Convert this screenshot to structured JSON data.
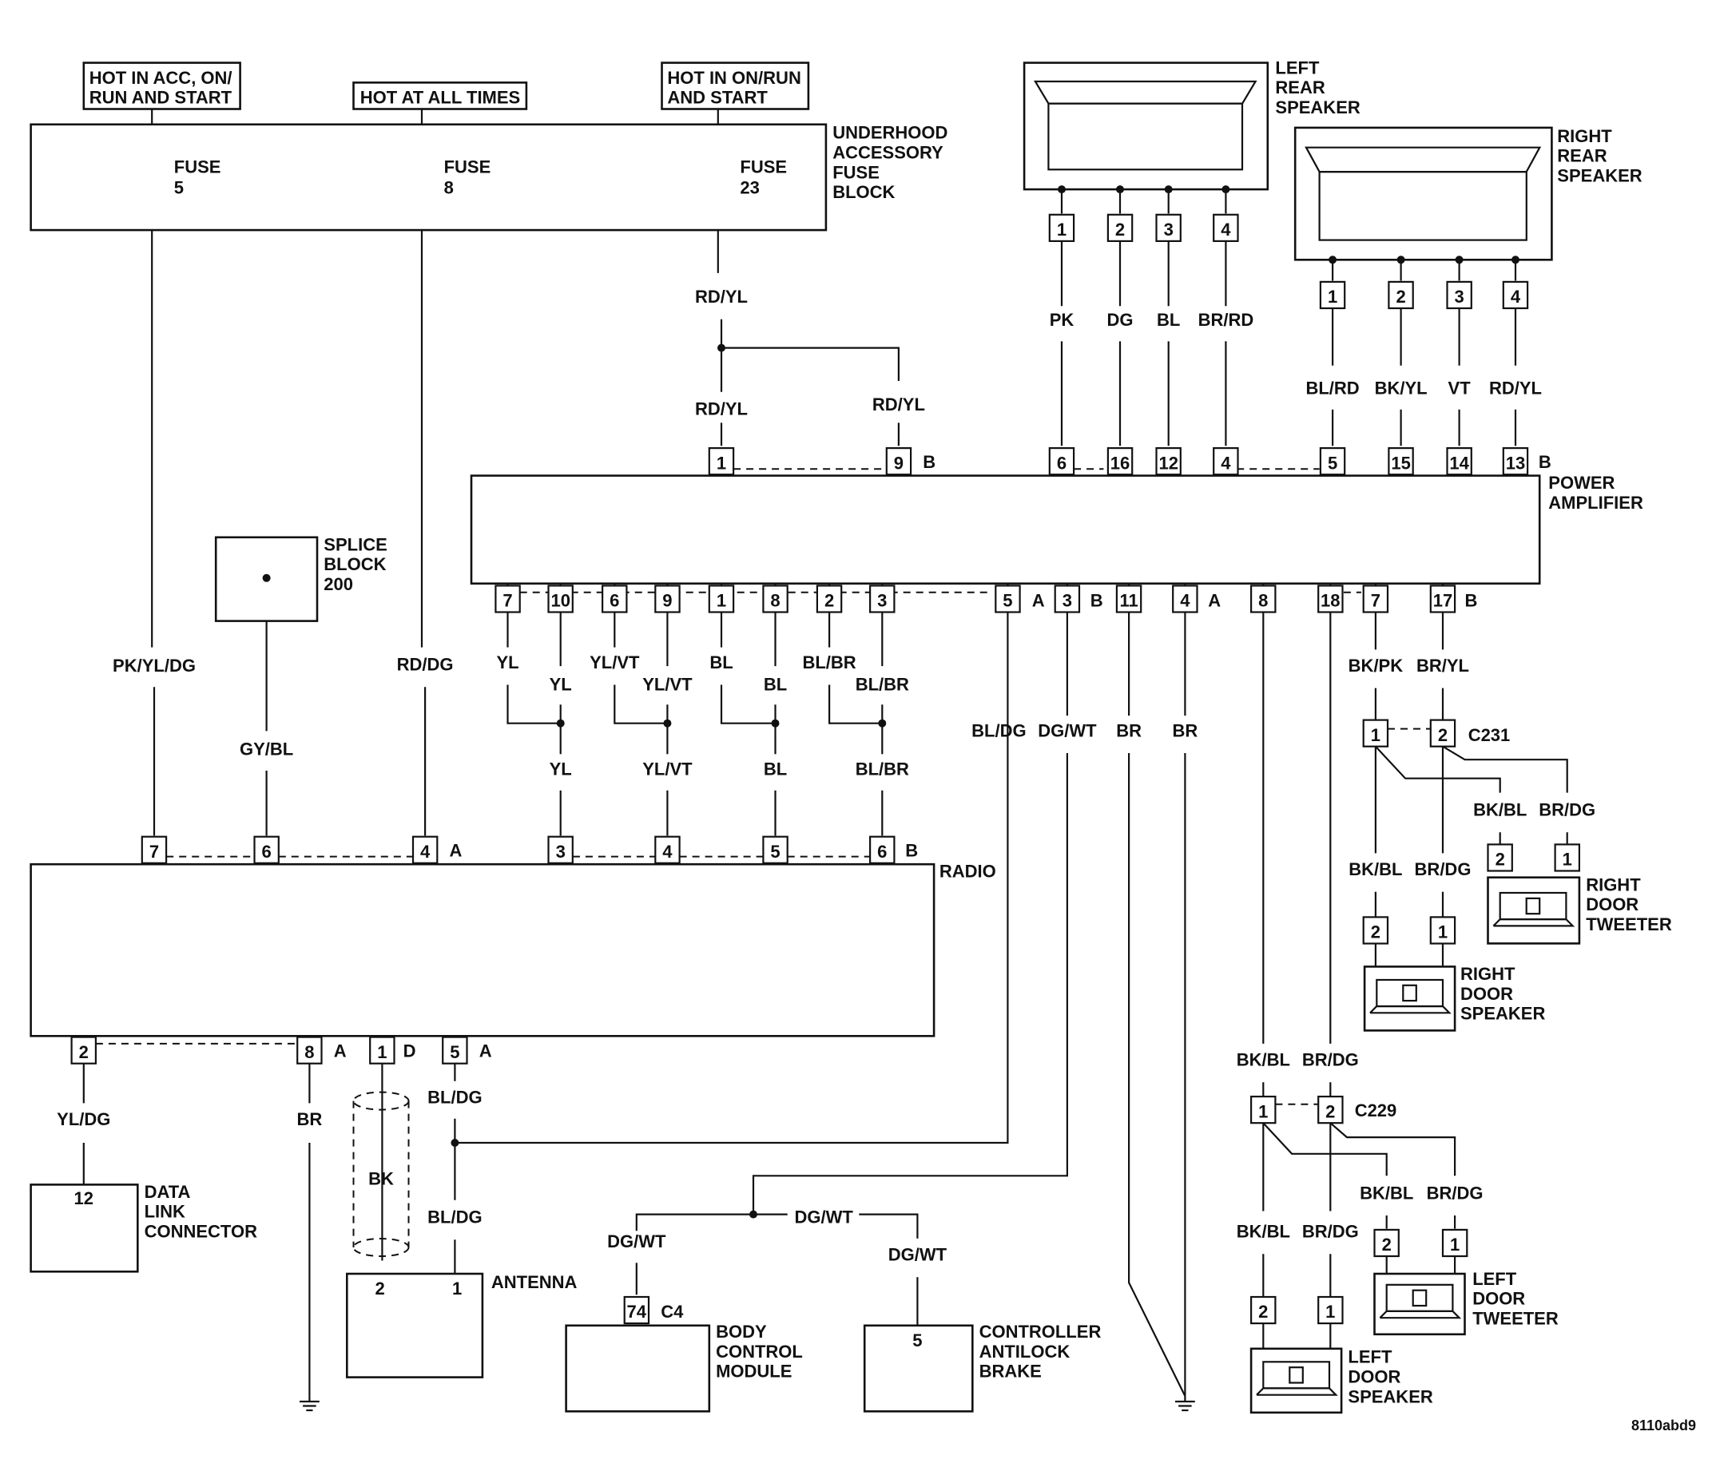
{
  "figure_id": "8110abd9",
  "power_labels": {
    "acc": [
      "HOT IN ACC, ON/",
      "RUN AND START"
    ],
    "all_times": [
      "HOT AT ALL TIMES"
    ],
    "on_run": [
      "HOT IN ON/RUN",
      "AND START"
    ]
  },
  "fuse_block": {
    "label": [
      "UNDERHOOD",
      "ACCESSORY",
      "FUSE",
      "BLOCK"
    ],
    "fuses": [
      {
        "name": "FUSE",
        "num": "5"
      },
      {
        "name": "FUSE",
        "num": "8"
      },
      {
        "name": "FUSE",
        "num": "23"
      }
    ]
  },
  "left_rear_speaker": {
    "label": [
      "LEFT",
      "REAR",
      "SPEAKER"
    ],
    "pins": [
      "1",
      "2",
      "3",
      "4"
    ],
    "wires": [
      "PK",
      "DG",
      "BL",
      "BR/RD"
    ]
  },
  "right_rear_speaker": {
    "label": [
      "RIGHT",
      "REAR",
      "SPEAKER"
    ],
    "pins": [
      "1",
      "2",
      "3",
      "4"
    ],
    "wires": [
      "BL/RD",
      "BK/YL",
      "VT",
      "RD/YL"
    ]
  },
  "power_amplifier": {
    "label": [
      "POWER",
      "AMPLIFIER"
    ],
    "top_pins": [
      "1",
      "9",
      "6",
      "16",
      "12",
      "4",
      "5",
      "15",
      "14",
      "13"
    ],
    "bottom_pins": [
      "7",
      "10",
      "6",
      "9",
      "1",
      "8",
      "2",
      "3",
      "5",
      "3",
      "11",
      "4",
      "8",
      "18",
      "7",
      "17"
    ],
    "conn_letters": {
      "a": "A",
      "b": "B"
    }
  },
  "fuse23_wires": {
    "main": "RD/YL",
    "left": "RD/YL",
    "right": "RD/YL"
  },
  "splice_block": {
    "label": [
      "SPLICE",
      "BLOCK",
      "200"
    ],
    "wire": "GY/BL"
  },
  "radio": {
    "label": "RADIO",
    "top_pins": [
      "7",
      "6",
      "4",
      "3",
      "4",
      "5",
      "6"
    ],
    "bottom_pins": [
      "2",
      "8",
      "1",
      "5"
    ],
    "bottom_letters": [
      "A",
      "D",
      "A"
    ]
  },
  "wires": {
    "fuse5": "PK/YL/DG",
    "fuse8": "RD/DG",
    "amp_upper": [
      "YL",
      "YL",
      "YL/VT",
      "YL/VT",
      "BL",
      "BL",
      "BL/BR",
      "BL/BR"
    ],
    "amp_lower": [
      "YL",
      "YL/VT",
      "BL",
      "BL/BR"
    ],
    "bl_dg": "BL/DG",
    "dg_wt": "DG/WT",
    "br1": "BR",
    "br2": "BR",
    "rt_upper": [
      "BK/PK",
      "BR/YL"
    ],
    "rt_tweeter": [
      "BK/BL",
      "BR/DG"
    ],
    "rt_speaker": [
      "BK/BL",
      "BR/DG"
    ],
    "lt_upper": [
      "BK/BL",
      "BR/DG"
    ],
    "lt_tweeter": [
      "BK/BL",
      "BR/DG"
    ],
    "lt_speaker": [
      "BK/BL",
      "BR/DG"
    ],
    "yl_dg": "YL/DG",
    "radio_br": "BR",
    "bk": "BK",
    "antenna_top": "BL/DG",
    "antenna_bot": "BL/DG",
    "bcm_wire": "DG/WT",
    "dg_wt_mid": "DG/WT",
    "cab_wire": "DG/WT"
  },
  "connectors": {
    "c231": {
      "name": "C231",
      "pins": [
        "1",
        "2"
      ]
    },
    "c229": {
      "name": "C229",
      "pins": [
        "1",
        "2"
      ]
    },
    "c4": {
      "name": "C4",
      "pin": "74"
    }
  },
  "right_door_tweeter": {
    "label": [
      "RIGHT",
      "DOOR",
      "TWEETER"
    ],
    "pins": [
      "2",
      "1"
    ]
  },
  "right_door_speaker": {
    "label": [
      "RIGHT",
      "DOOR",
      "SPEAKER"
    ],
    "pins": [
      "2",
      "1"
    ]
  },
  "left_door_tweeter": {
    "label": [
      "LEFT",
      "DOOR",
      "TWEETER"
    ],
    "pins": [
      "2",
      "1"
    ]
  },
  "left_door_speaker": {
    "label": [
      "LEFT",
      "DOOR",
      "SPEAKER"
    ],
    "pins": [
      "2",
      "1"
    ]
  },
  "data_link_connector": {
    "label": [
      "DATA",
      "LINK",
      "CONNECTOR"
    ],
    "pin": "12"
  },
  "antenna": {
    "label": "ANTENNA",
    "pins": [
      "2",
      "1"
    ]
  },
  "body_control_module": {
    "label": [
      "BODY",
      "CONTROL",
      "MODULE"
    ]
  },
  "controller_antilock_brake": {
    "label": [
      "CONTROLLER",
      "ANTILOCK",
      "BRAKE"
    ],
    "pin": "5"
  }
}
